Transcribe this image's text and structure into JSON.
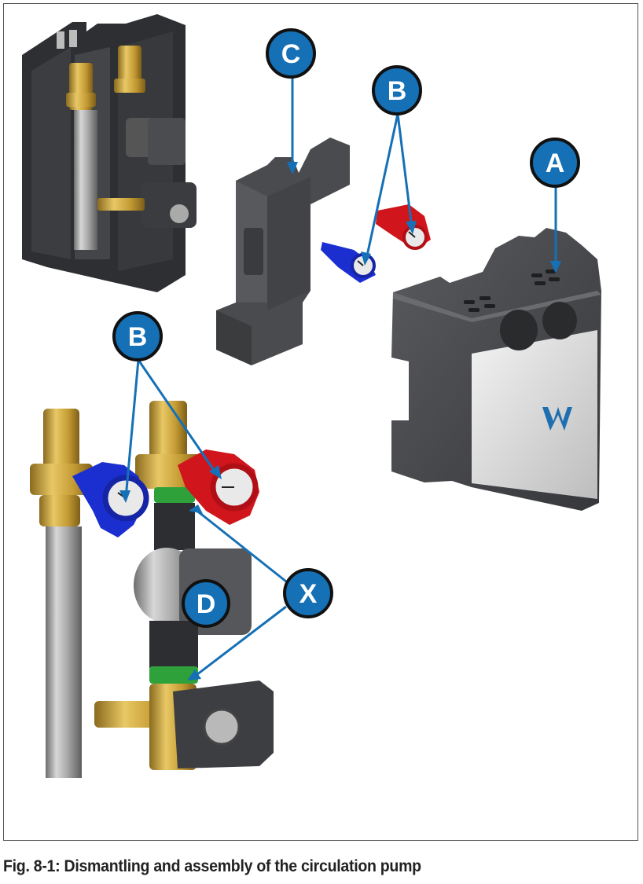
{
  "caption": "Fig. 8-1: Dismantling and assembly of the circulation pump",
  "callouts": {
    "A": "A",
    "B_top": "B",
    "B_bottom": "B",
    "C": "C",
    "D": "D",
    "X": "X"
  },
  "colors": {
    "callout_fill": "#1570b6",
    "callout_border": "#111111",
    "leader": "#1570b6",
    "housing": "#4a4b4e",
    "brass": "#c9a13a",
    "gasket": "#2fa13a",
    "hot_knob": "#d0161c",
    "cold_knob": "#1b2fd0"
  }
}
